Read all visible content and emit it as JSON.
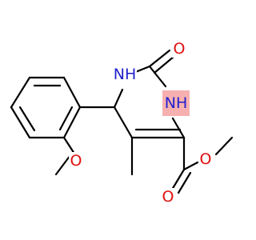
{
  "molecule": {
    "atoms": {
      "nh_top": {
        "text": "NH",
        "color": "#1f1fcf"
      },
      "nh_right": {
        "text": "NH",
        "color": "#1f1fcf"
      },
      "o_carbonyl": {
        "text": "O",
        "color": "#e01010"
      },
      "o_methoxy": {
        "text": "O",
        "color": "#e01010"
      },
      "o_ester_carbonyl": {
        "text": "O",
        "color": "#e01010"
      },
      "o_ester_ether": {
        "text": "O",
        "color": "#e01010"
      }
    },
    "highlight_color": "#f6b0b0",
    "bond_color": "#000000"
  }
}
